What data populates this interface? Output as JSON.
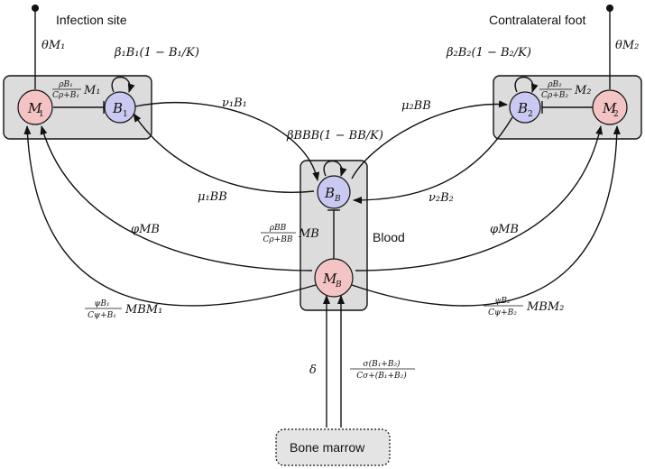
{
  "regions": {
    "infection_site": "Infection site",
    "contralateral_foot": "Contralateral foot",
    "blood": "Blood",
    "bone_marrow": "Bone marrow"
  },
  "nodes": {
    "m1": {
      "base": "M",
      "sub": "1"
    },
    "b1": {
      "base": "B",
      "sub": "1"
    },
    "b2": {
      "base": "B",
      "sub": "2"
    },
    "m2": {
      "base": "M",
      "sub": "2"
    },
    "bb": {
      "base": "B",
      "sub": "B"
    },
    "mb": {
      "base": "M",
      "sub": "B"
    }
  },
  "labels": {
    "theta_m1": "θM₁",
    "theta_m2": "θM₂",
    "growth_b1": "β₁B₁(1 − B₁/K)",
    "growth_b2": "β₂B₂(1 − B₂/K)",
    "growth_bb": "βBBB(1 − BB/K)",
    "kill_1_frac": {
      "num": "ρB₁",
      "den": "Cρ+B₁",
      "tail": "M₁"
    },
    "kill_2_frac": {
      "num": "ρB₂",
      "den": "Cρ+B₂",
      "tail": "M₂"
    },
    "kill_b_frac": {
      "num": "ρBB",
      "den": "Cρ+BB",
      "tail": "MB"
    },
    "nu1": "ν₁B₁",
    "mu1": "μ₁BB",
    "mu2": "μ₂BB",
    "nu2": "ν₂B₂",
    "phi_left": "φMB",
    "phi_right": "φMB",
    "psi_1": {
      "num": "ψB₁",
      "den": "Cψ+B₁",
      "tail": "MBM₁"
    },
    "psi_2": {
      "num": "ψB₂",
      "den": "Cψ+B₂",
      "tail": "MBM₂"
    },
    "delta": "δ",
    "sigma": {
      "num": "σ(B₁+B₂)",
      "den": "Cσ+(B₁+B₂)"
    }
  }
}
